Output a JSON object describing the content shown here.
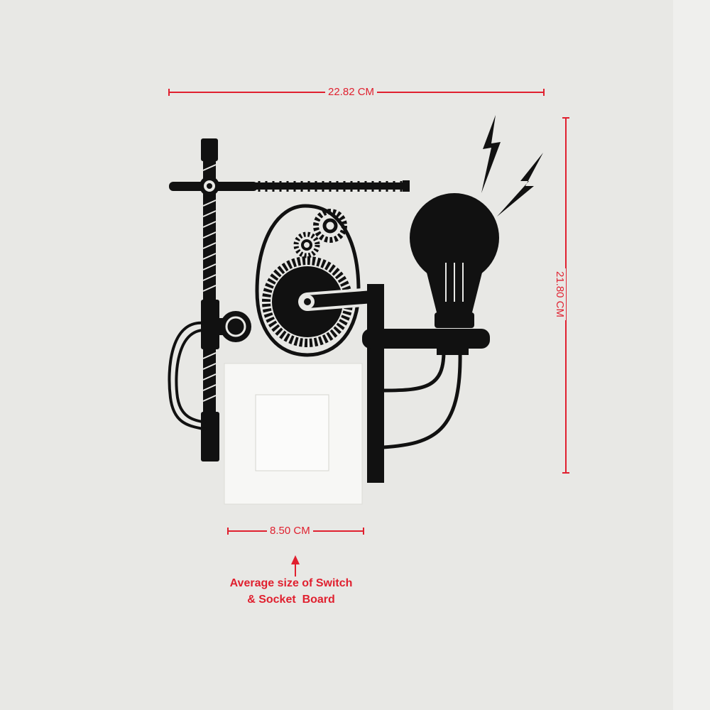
{
  "dimensions": {
    "width": "22.82 CM",
    "height": "21.80 CM",
    "switch_width": "8.50 CM"
  },
  "note": {
    "line1": "Average size of Switch",
    "line2": "& Socket  Board"
  },
  "colors": {
    "annotation": "#e0202f",
    "decal": "#111111",
    "wall": "#e8e8e5"
  }
}
